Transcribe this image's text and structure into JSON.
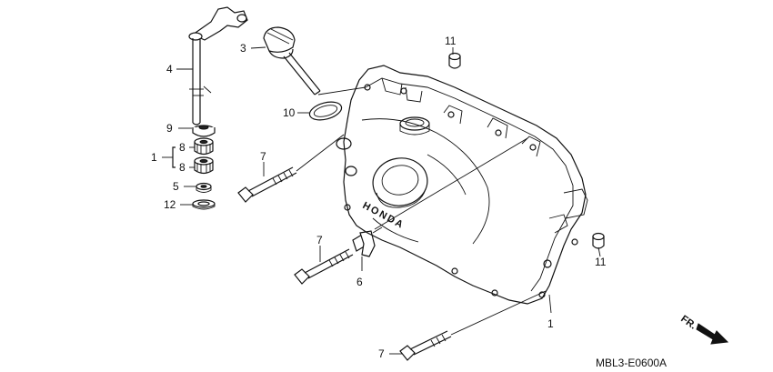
{
  "callouts": {
    "c1": "1",
    "c1b": "1",
    "c3": "3",
    "c4": "4",
    "c5": "5",
    "c6": "6",
    "c7a": "7",
    "c7b": "7",
    "c7c": "7",
    "c8a": "8",
    "c8b": "8",
    "c9": "9",
    "c10": "10",
    "c11a": "11",
    "c11b": "11",
    "c12": "12"
  },
  "cover_brand": "HONDA",
  "direction_label": "FR.",
  "diagram_code": "MBL3-E0600A"
}
